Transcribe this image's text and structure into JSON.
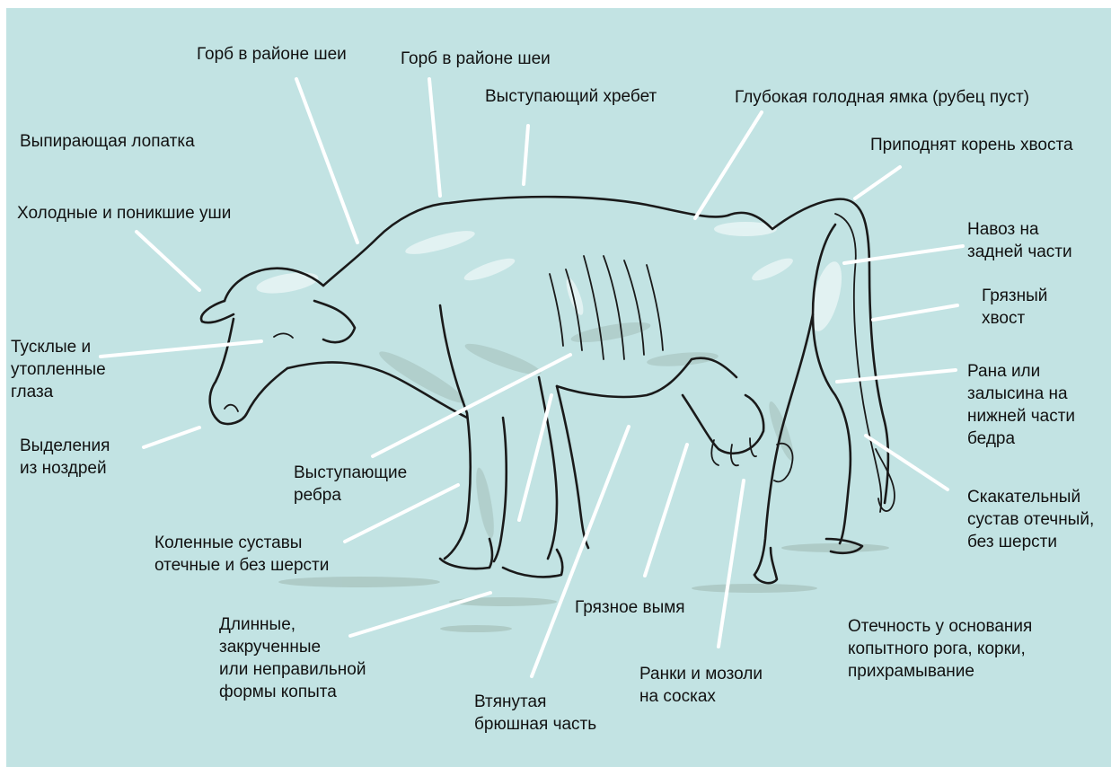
{
  "labels": {
    "hump_neck_1": "Горб в районе шеи",
    "hump_neck_2": "Горб в районе шеи",
    "spine": "Выступающий хребет",
    "hunger_pit": "Глубокая голодная ямка (рубец пуст)",
    "shoulder_blade": "Выпирающая лопатка",
    "tail_root": "Приподнят корень хвоста",
    "ears": "Холодные и поникшие уши",
    "manure": "Навоз на\nзадней части",
    "dirty_tail": "Грязный\nхвост",
    "eyes": "Тусклые и\nутопленные\nглаза",
    "thigh_wound": "Рана или\nзалысина на\nнижней части\nбедра",
    "nostrils": "Выделения\nиз ноздрей",
    "ribs": "Выступающие\nребра",
    "hock": "Скакательный\nсустав отечный,\nбез шерсти",
    "knees": "Коленные суставы\nотечные и без шерсти",
    "dirty_udder": "Грязное вымя",
    "hoof_swelling": "Отечность у основания\nкопытного рога, корки,\nприхрамывание",
    "hooves": "Длинные,\nзакрученные\nили неправильной\nформы копыта",
    "teats": "Ранки и мозоли\nна сосках",
    "belly": "Втянутая\nбрюшная часть"
  },
  "colors": {
    "background": "#c2e3e3",
    "outline": "#1a1a1a",
    "leader": "#ffffff"
  }
}
